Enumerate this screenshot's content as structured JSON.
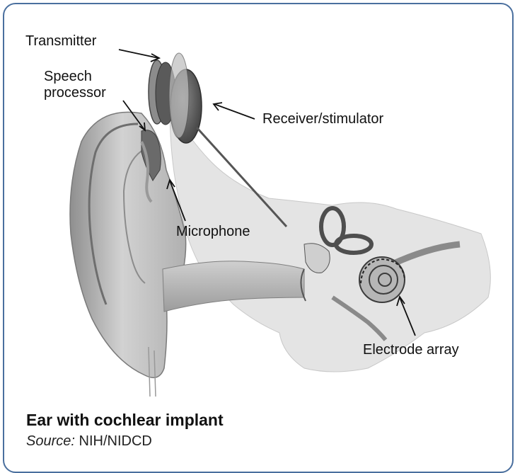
{
  "labels": {
    "transmitter": "Transmitter",
    "speech_processor_line1": "Speech",
    "speech_processor_line2": "processor",
    "receiver": "Receiver/stimulator",
    "microphone": "Microphone",
    "electrode_array": "Electrode array"
  },
  "caption": {
    "title": "Ear with cochlear implant",
    "source_prefix": "Source:",
    "source_value": "NIH/NIDCD"
  },
  "colors": {
    "frame_border": "#4a6f9e",
    "bone": "#e6e6e6",
    "skin": "#bdbdbd",
    "dark_gray": "#555555"
  }
}
